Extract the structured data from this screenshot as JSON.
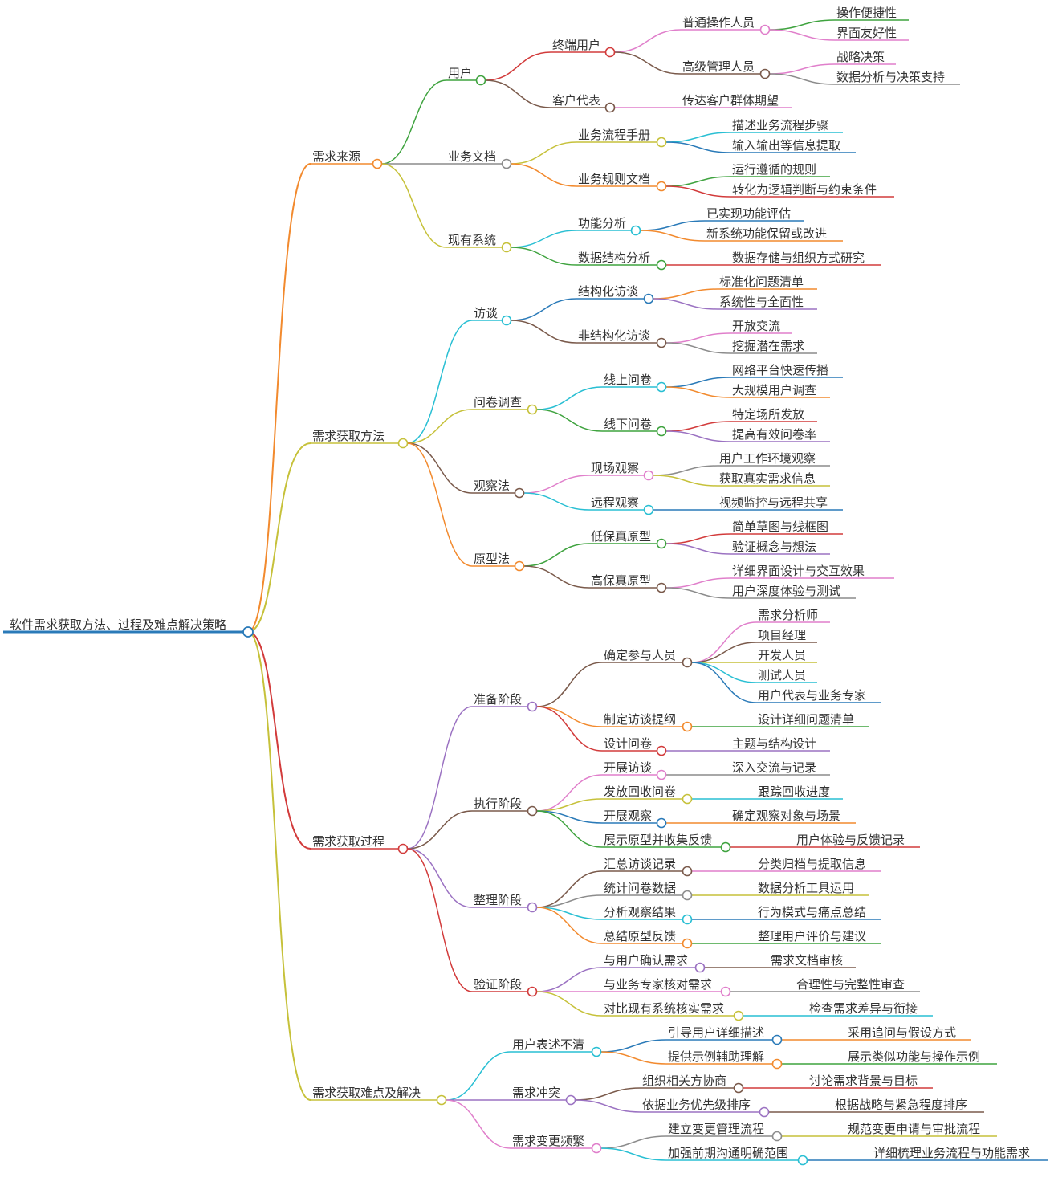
{
  "colors": {
    "orange": "#F28A2E",
    "olive": "#C6C13A",
    "red": "#D23B3B",
    "green": "#3FA33F",
    "pink": "#E07FCB",
    "brown": "#7A5A4B",
    "cyan": "#29BFD3",
    "blue": "#2A7AB8",
    "purple": "#9B72C2",
    "gray": "#8C8C8C",
    "root": "#2A7AB8"
  },
  "root": {
    "label": "软件需求获取方法、过程及难点解决策略"
  },
  "branches": [
    {
      "label": "需求来源",
      "color": "orange",
      "children": [
        {
          "label": "用户",
          "color": "green",
          "children": [
            {
              "label": "终端用户",
              "color": "red",
              "children": [
                {
                  "label": "普通操作人员",
                  "color": "pink",
                  "children": [
                    {
                      "label": "操作便捷性",
                      "color": "green"
                    },
                    {
                      "label": "界面友好性",
                      "color": "pink"
                    }
                  ]
                },
                {
                  "label": "高级管理人员",
                  "color": "brown",
                  "children": [
                    {
                      "label": "战略决策",
                      "color": "pink"
                    },
                    {
                      "label": "数据分析与决策支持",
                      "color": "gray"
                    }
                  ]
                }
              ]
            },
            {
              "label": "客户代表",
              "color": "brown",
              "children": [
                {
                  "label": "传达客户群体期望",
                  "color": "pink"
                }
              ]
            }
          ]
        },
        {
          "label": "业务文档",
          "color": "gray",
          "children": [
            {
              "label": "业务流程手册",
              "color": "olive",
              "children": [
                {
                  "label": "描述业务流程步骤",
                  "color": "cyan"
                },
                {
                  "label": "输入输出等信息提取",
                  "color": "blue"
                }
              ]
            },
            {
              "label": "业务规则文档",
              "color": "orange",
              "children": [
                {
                  "label": "运行遵循的规则",
                  "color": "green"
                },
                {
                  "label": "转化为逻辑判断与约束条件",
                  "color": "red"
                }
              ]
            }
          ]
        },
        {
          "label": "现有系统",
          "color": "olive",
          "children": [
            {
              "label": "功能分析",
              "color": "cyan",
              "children": [
                {
                  "label": "已实现功能评估",
                  "color": "blue"
                },
                {
                  "label": "新系统功能保留或改进",
                  "color": "orange"
                }
              ]
            },
            {
              "label": "数据结构分析",
              "color": "green",
              "children": [
                {
                  "label": "数据存储与组织方式研究",
                  "color": "red"
                }
              ]
            }
          ]
        }
      ]
    },
    {
      "label": "需求获取方法",
      "color": "olive",
      "children": [
        {
          "label": "访谈",
          "color": "cyan",
          "children": [
            {
              "label": "结构化访谈",
              "color": "blue",
              "children": [
                {
                  "label": "标准化问题清单",
                  "color": "orange"
                },
                {
                  "label": "系统性与全面性",
                  "color": "purple"
                }
              ]
            },
            {
              "label": "非结构化访谈",
              "color": "brown",
              "children": [
                {
                  "label": "开放交流",
                  "color": "pink"
                },
                {
                  "label": "挖掘潜在需求",
                  "color": "gray"
                }
              ]
            }
          ]
        },
        {
          "label": "问卷调查",
          "color": "olive",
          "children": [
            {
              "label": "线上问卷",
              "color": "cyan",
              "children": [
                {
                  "label": "网络平台快速传播",
                  "color": "blue"
                },
                {
                  "label": "大规模用户调查",
                  "color": "orange"
                }
              ]
            },
            {
              "label": "线下问卷",
              "color": "green",
              "children": [
                {
                  "label": "特定场所发放",
                  "color": "red"
                },
                {
                  "label": "提高有效问卷率",
                  "color": "purple"
                }
              ]
            }
          ]
        },
        {
          "label": "观察法",
          "color": "brown",
          "children": [
            {
              "label": "现场观察",
              "color": "pink",
              "children": [
                {
                  "label": "用户工作环境观察",
                  "color": "gray"
                },
                {
                  "label": "获取真实需求信息",
                  "color": "olive"
                }
              ]
            },
            {
              "label": "远程观察",
              "color": "cyan",
              "children": [
                {
                  "label": "视频监控与远程共享",
                  "color": "blue"
                }
              ]
            }
          ]
        },
        {
          "label": "原型法",
          "color": "orange",
          "children": [
            {
              "label": "低保真原型",
              "color": "green",
              "children": [
                {
                  "label": "简单草图与线框图",
                  "color": "red"
                },
                {
                  "label": "验证概念与想法",
                  "color": "purple"
                }
              ]
            },
            {
              "label": "高保真原型",
              "color": "brown",
              "children": [
                {
                  "label": "详细界面设计与交互效果",
                  "color": "pink"
                },
                {
                  "label": "用户深度体验与测试",
                  "color": "gray"
                }
              ]
            }
          ]
        }
      ]
    },
    {
      "label": "需求获取过程",
      "color": "red",
      "children": [
        {
          "label": "准备阶段",
          "color": "purple",
          "children": [
            {
              "label": "确定参与人员",
              "color": "brown",
              "children": [
                {
                  "label": "需求分析师",
                  "color": "pink"
                },
                {
                  "label": "项目经理",
                  "color": "brown"
                },
                {
                  "label": "开发人员",
                  "color": "olive"
                },
                {
                  "label": "测试人员",
                  "color": "cyan"
                },
                {
                  "label": "用户代表与业务专家",
                  "color": "blue"
                }
              ]
            },
            {
              "label": "制定访谈提纲",
              "color": "orange",
              "children": [
                {
                  "label": "设计详细问题清单",
                  "color": "green"
                }
              ]
            },
            {
              "label": "设计问卷",
              "color": "red",
              "children": [
                {
                  "label": "主题与结构设计",
                  "color": "purple"
                }
              ]
            }
          ]
        },
        {
          "label": "执行阶段",
          "color": "brown",
          "children": [
            {
              "label": "开展访谈",
              "color": "pink",
              "children": [
                {
                  "label": "深入交流与记录",
                  "color": "gray"
                }
              ]
            },
            {
              "label": "发放回收问卷",
              "color": "olive",
              "children": [
                {
                  "label": "跟踪回收进度",
                  "color": "cyan"
                }
              ]
            },
            {
              "label": "开展观察",
              "color": "blue",
              "children": [
                {
                  "label": "确定观察对象与场景",
                  "color": "orange"
                }
              ]
            },
            {
              "label": "展示原型并收集反馈",
              "color": "green",
              "children": [
                {
                  "label": "用户体验与反馈记录",
                  "color": "red"
                }
              ]
            }
          ]
        },
        {
          "label": "整理阶段",
          "color": "purple",
          "children": [
            {
              "label": "汇总访谈记录",
              "color": "brown",
              "children": [
                {
                  "label": "分类归档与提取信息",
                  "color": "pink"
                }
              ]
            },
            {
              "label": "统计问卷数据",
              "color": "gray",
              "children": [
                {
                  "label": "数据分析工具运用",
                  "color": "olive"
                }
              ]
            },
            {
              "label": "分析观察结果",
              "color": "cyan",
              "children": [
                {
                  "label": "行为模式与痛点总结",
                  "color": "blue"
                }
              ]
            },
            {
              "label": "总结原型反馈",
              "color": "orange",
              "children": [
                {
                  "label": "整理用户评价与建议",
                  "color": "green"
                }
              ]
            }
          ]
        },
        {
          "label": "验证阶段",
          "color": "red",
          "children": [
            {
              "label": "与用户确认需求",
              "color": "purple",
              "children": [
                {
                  "label": "需求文档审核",
                  "color": "brown"
                }
              ]
            },
            {
              "label": "与业务专家核对需求",
              "color": "pink",
              "children": [
                {
                  "label": "合理性与完整性审查",
                  "color": "gray"
                }
              ]
            },
            {
              "label": "对比现有系统核实需求",
              "color": "olive",
              "children": [
                {
                  "label": "检查需求差异与衔接",
                  "color": "cyan"
                }
              ]
            }
          ]
        }
      ]
    },
    {
      "label": "需求获取难点及解决",
      "color": "olive",
      "children": [
        {
          "label": "用户表述不清",
          "color": "cyan",
          "children": [
            {
              "label": "引导用户详细描述",
              "color": "blue",
              "children": [
                {
                  "label": "采用追问与假设方式",
                  "color": "orange"
                }
              ]
            },
            {
              "label": "提供示例辅助理解",
              "color": "orange",
              "children": [
                {
                  "label": "展示类似功能与操作示例",
                  "color": "green"
                }
              ]
            }
          ]
        },
        {
          "label": "需求冲突",
          "color": "purple",
          "children": [
            {
              "label": "组织相关方协商",
              "color": "brown",
              "children": [
                {
                  "label": "讨论需求背景与目标",
                  "color": "red"
                }
              ]
            },
            {
              "label": "依据业务优先级排序",
              "color": "purple",
              "children": [
                {
                  "label": "根据战略与紧急程度排序",
                  "color": "brown"
                }
              ]
            }
          ]
        },
        {
          "label": "需求变更频繁",
          "color": "pink",
          "children": [
            {
              "label": "建立变更管理流程",
              "color": "gray",
              "children": [
                {
                  "label": "规范变更申请与审批流程",
                  "color": "olive"
                }
              ]
            },
            {
              "label": "加强前期沟通明确范围",
              "color": "cyan",
              "children": [
                {
                  "label": "详细梳理业务流程与功能需求",
                  "color": "blue"
                }
              ]
            }
          ]
        }
      ]
    }
  ]
}
